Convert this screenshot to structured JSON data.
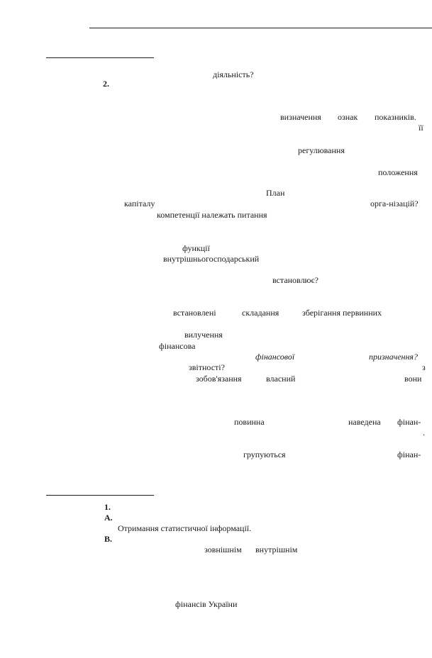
{
  "page": {
    "words": [
      "діяльність?",
      "2.",
      "визначення",
      "ознак",
      "показників.",
      "її",
      "регулювання",
      "положення",
      "План",
      "капіталу",
      "орга-нізацій?",
      "компетенції належать питання",
      "функції",
      "внутрішньогосподарський",
      "встановлює?",
      "встановлені",
      "складання",
      "зберігання первинних",
      "вилучення",
      "фінансова",
      "фінансової",
      "призначення?",
      "звітності?",
      "з",
      "зобов'язання",
      "власний",
      "вони",
      "повинна",
      "наведена",
      "фінан-",
      ".",
      "групуються",
      "фінан-",
      "1.",
      "А.",
      "Отримання статистичної інформації.",
      "В.",
      "зовнішнім",
      "внутрішнім",
      "фінансів України"
    ]
  }
}
